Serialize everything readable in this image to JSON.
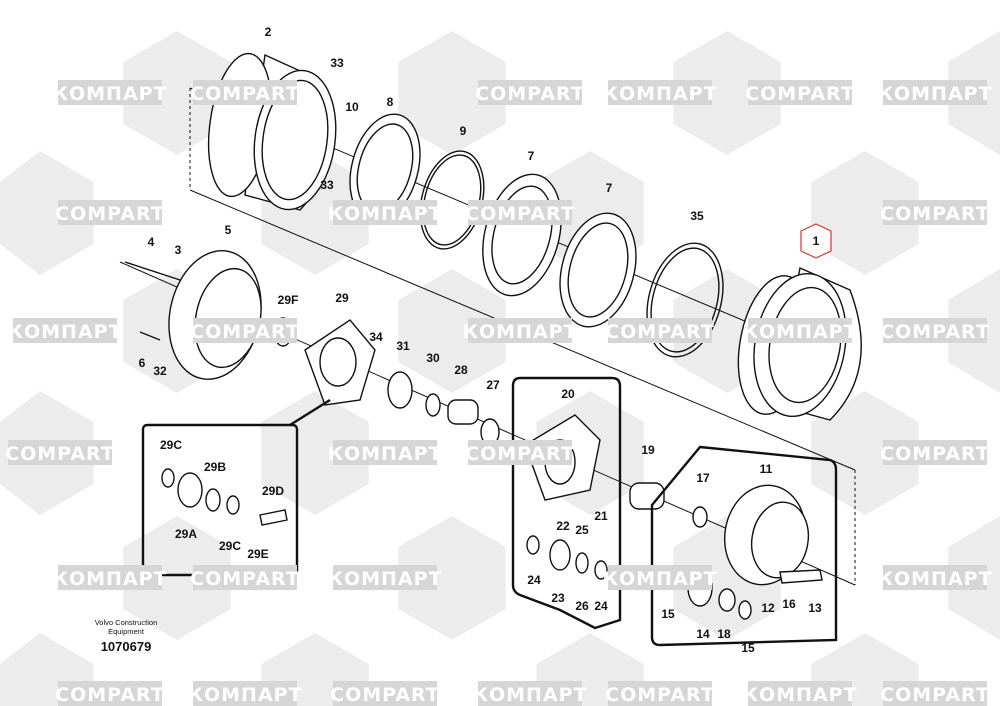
{
  "watermark": {
    "cyrillic": "КОМПАРТ",
    "latin": "COMPART"
  },
  "caption": {
    "line1": "Volvo Construction",
    "line2": "Equipment",
    "number": "1070679"
  },
  "highlight_color": "#d9342b",
  "callouts": [
    "2",
    "33",
    "10",
    "8",
    "33",
    "9",
    "7",
    "7",
    "35",
    "1",
    "4",
    "3",
    "5",
    "29F",
    "29",
    "34",
    "31",
    "30",
    "28",
    "27",
    "6",
    "32",
    "20",
    "19",
    "17",
    "11",
    "22",
    "25",
    "21",
    "24",
    "23",
    "26",
    "24",
    "15",
    "14",
    "18",
    "15",
    "12",
    "16",
    "13",
    "29C",
    "29B",
    "29D",
    "29A",
    "29C",
    "29E"
  ],
  "highlighted_callout": "1"
}
